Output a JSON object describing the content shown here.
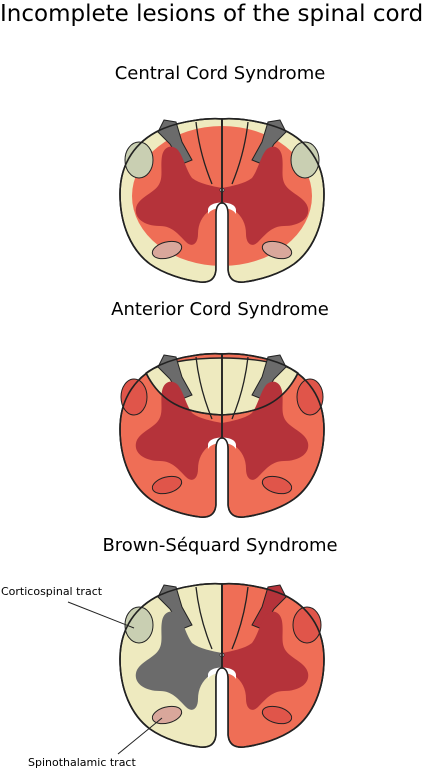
{
  "title": "Incomplete lesions of the spinal cord",
  "panels": [
    {
      "heading": "Central Cord Syndrome"
    },
    {
      "heading": "Anterior Cord Syndrome"
    },
    {
      "heading": "Brown-Séquard Syndrome"
    }
  ],
  "labels": {
    "corticospinal": "Corticospinal tract",
    "spinothalamic": "Spinothalamic tract"
  },
  "colors": {
    "white_matter": "#eeeabf",
    "gray_matter": "#b5333a",
    "lesion": "#ef6e56",
    "dorsal_horn_edge": "#6b6b6b",
    "corticospinal_tract": "#c9cfb2",
    "spinothalamic_tract": "#d9a79b",
    "outline": "#222222"
  }
}
